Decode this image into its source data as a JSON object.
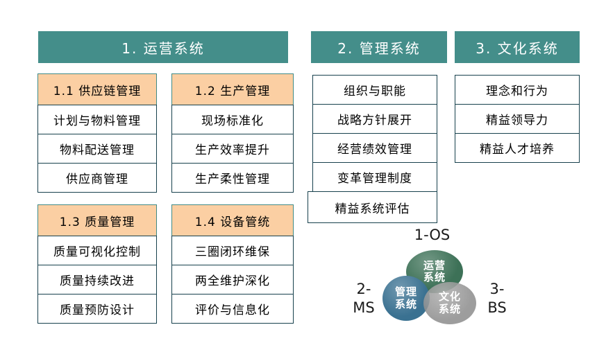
{
  "colors": {
    "section_header_bg": "#448e8a",
    "section_header_text": "#ffffff",
    "subgroup_header_bg": "#fbcfa3",
    "box_border": "#16404c",
    "venn_green": "#3d7157",
    "venn_blue": "#3a7191",
    "venn_gray": "#8c8c8c"
  },
  "sections": {
    "s1": {
      "title": "1. 运营系统",
      "groups": [
        {
          "title": "1.1 供应链管理",
          "items": [
            "计划与物料管理",
            "物料配送管理",
            "供应商管理"
          ]
        },
        {
          "title": "1.2 生产管理",
          "items": [
            "现场标准化",
            "生产效率提升",
            "生产柔性管理"
          ]
        },
        {
          "title": "1.3 质量管理",
          "items": [
            "质量可视化控制",
            "质量持续改进",
            "质量预防设计"
          ]
        },
        {
          "title": "1.4 设备管统",
          "items": [
            "三圈闭环维保",
            "两全维护深化",
            "评价与信息化"
          ]
        }
      ]
    },
    "s2": {
      "title": "2. 管理系统",
      "items": [
        "组织与职能",
        "战略方针展开",
        "经营绩效管理",
        "变革管理制度",
        "精益系统评估"
      ]
    },
    "s3": {
      "title": "3. 文化系统",
      "items": [
        "理念和行为",
        "精益领导力",
        "精益人才培养"
      ]
    }
  },
  "venn": {
    "top_label": "1-OS",
    "left_label": "2-\nMS",
    "right_label": "3-\nBS",
    "circles": [
      {
        "name": "operations-system",
        "label": "运营\n系统",
        "color": "#3d7157"
      },
      {
        "name": "management-system",
        "label": "管理\n系统",
        "color": "#3a7191"
      },
      {
        "name": "culture-system",
        "label": "文化\n系统",
        "color": "#8c8c8c"
      }
    ]
  }
}
